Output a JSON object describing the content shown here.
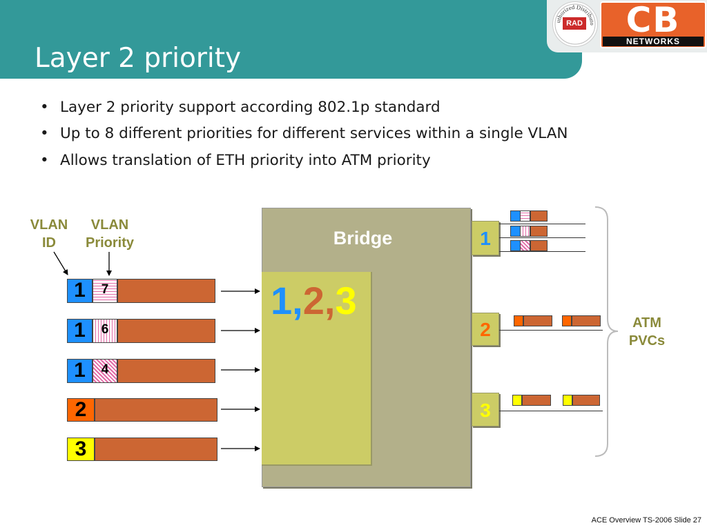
{
  "slide": {
    "title": "Layer 2 priority",
    "bullets": [
      "Layer 2 priority support according 802.1p standard",
      "Up to 8 different priorities for different services within a single VLAN",
      "Allows translation of ETH priority into ATM priority"
    ],
    "bullet_glyph": "•",
    "footer": "ACE Overview TS-2006  Slide 27"
  },
  "logo": {
    "seal_text": "Authorized Distributor",
    "rad_text": "RAD",
    "cb_text": "CB",
    "networks_text": "NETWORKS",
    "cb_color": "#e8622a"
  },
  "annotations": {
    "vlan_id": {
      "line1": "VLAN",
      "line2": "ID"
    },
    "vlan_priority": {
      "line1": "VLAN",
      "line2": "Priority"
    },
    "atm_pvcs": {
      "line1": "ATM",
      "line2": "PVCs"
    }
  },
  "frames": [
    {
      "vlan": "1",
      "priority": "7",
      "vlan_color": "#1e90ff",
      "pattern": "horizontal"
    },
    {
      "vlan": "1",
      "priority": "6",
      "vlan_color": "#1e90ff",
      "pattern": "vertical"
    },
    {
      "vlan": "1",
      "priority": "4",
      "vlan_color": "#1e90ff",
      "pattern": "diagonal"
    },
    {
      "vlan": "2",
      "priority": "",
      "vlan_color": "#ff6600",
      "pattern": "none"
    },
    {
      "vlan": "3",
      "priority": "",
      "vlan_color": "#ffff00",
      "pattern": "none"
    }
  ],
  "bridge": {
    "label": "Bridge",
    "vlan_list": [
      {
        "text": "1",
        "color": "#1e90ff"
      },
      {
        "text": ",",
        "color": "#1e90ff"
      },
      {
        "text": "2",
        "color": "#cc6633"
      },
      {
        "text": ",",
        "color": "#cc6633"
      },
      {
        "text": "3",
        "color": "#ffff00"
      }
    ]
  },
  "ports": [
    {
      "label": "1",
      "color": "#1e90ff"
    },
    {
      "label": "2",
      "color": "#ff6600"
    },
    {
      "label": "3",
      "color": "#ffff00"
    }
  ],
  "colors": {
    "header_teal": "#339999",
    "frame_body": "#cc6633",
    "bridge_gray": "#b3b08a",
    "bridge_inner": "#cccc66",
    "annotation": "#8a8a3a",
    "hatch": "#e36aa6"
  }
}
